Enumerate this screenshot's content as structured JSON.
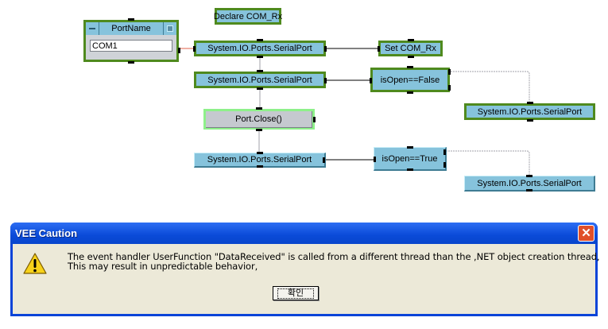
{
  "canvas": {
    "panel": {
      "title": "PortName",
      "minimize_icon": "minimize-icon",
      "menu_icon": "panel-menu-icon",
      "value": "COM1"
    },
    "nodes": {
      "declare": "Declare COM_Rx",
      "serialport_1": "System.IO.Ports.SerialPort",
      "set_com_rx": "Set COM_Rx",
      "serialport_2": "System.IO.Ports.SerialPort",
      "is_open_false": "isOpen==False",
      "serialport_3": "System.IO.Ports.SerialPort",
      "port_close": "Port.Close()",
      "serialport_4": "System.IO.Ports.SerialPort",
      "is_open_true": "isOpen==True",
      "serialport_5": "System.IO.Ports.SerialPort"
    },
    "colors": {
      "selected_border": "#4f8a1e",
      "node_face": "#86c3dc",
      "active_border": "#8ef08a",
      "wire": "#000000",
      "control_wire": "#a0a0a8",
      "data_wire_red": "#e0604a"
    }
  },
  "dialog": {
    "title": "VEE Caution",
    "close_icon": "close-icon",
    "warning_icon": "warning-icon",
    "message_line1": "The event handler UserFunction \"DataReceived\" is called from a different thread than the ,NET object creation thread,",
    "message_line2": "This may result in unpredictable behavior,",
    "ok_label": "확인"
  }
}
